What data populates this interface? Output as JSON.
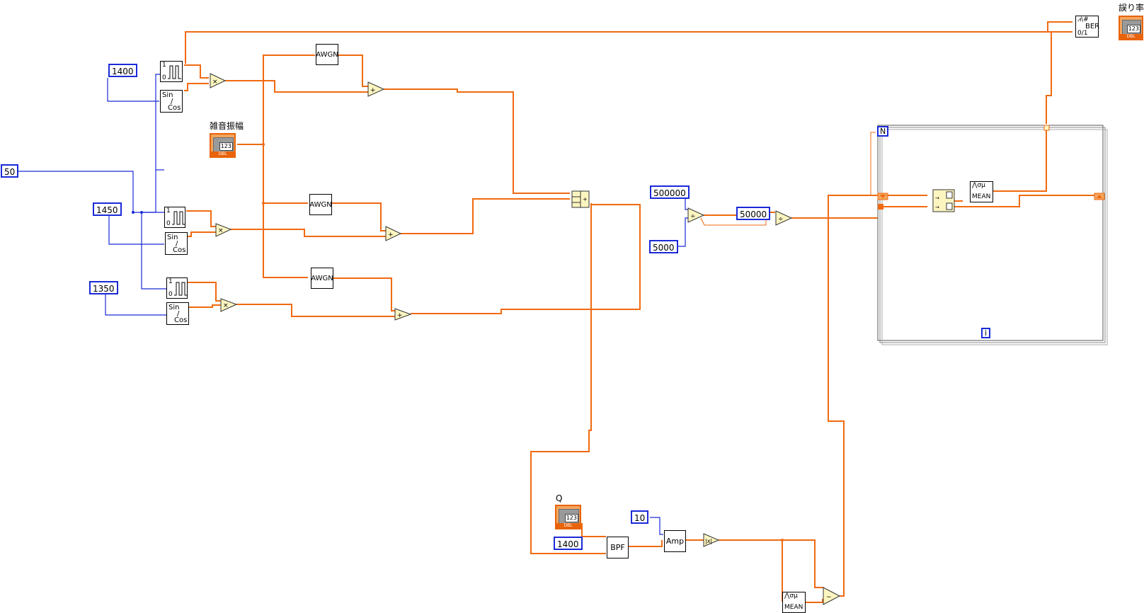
{
  "constants": {
    "c50": "50",
    "c1400": "1400",
    "c1450": "1450",
    "c1350": "1350",
    "c500000": "500000",
    "c5000": "5000",
    "c50000": "50000",
    "c10": "10",
    "c1400b": "1400"
  },
  "labels": {
    "noise_amp": "雑音振幅",
    "q": "Q",
    "error_rate": "誤り率"
  },
  "blocks": {
    "awgn": "AWGN",
    "sin": "Sin",
    "slash": "/",
    "cos": "Cos",
    "bpf": "BPF",
    "amp": "Amp",
    "mean": "MEAN",
    "mean_glyphs": "⋀σμ",
    "ber": "BER",
    "ber_glyph": "⩘\\#",
    "ber_bits": "0/1",
    "n": "N",
    "i": "i",
    "numeric": "123",
    "dbl": "DBL",
    "mul": "×",
    "add": "+",
    "sub": "−",
    "div": "÷",
    "abs": "|x|",
    "pulse_top": "1",
    "pulse_bot": "0"
  },
  "colors": {
    "wire_numeric": "#f06a10",
    "wire_int": "#1a2ad8",
    "terminal_fill": "#f2a55e",
    "op_fill": "#fdf5c0"
  }
}
